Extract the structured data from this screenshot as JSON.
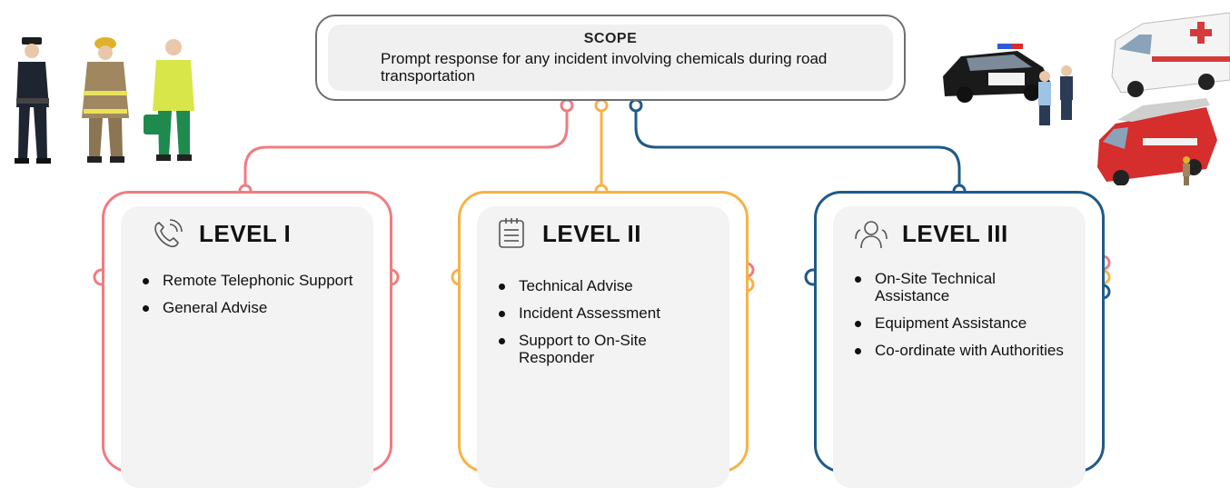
{
  "colors": {
    "level1": "#f07c80",
    "level2": "#f5b347",
    "level3": "#1f5a8a",
    "scope_border": "#6f6f6f"
  },
  "scope": {
    "title": "SCOPE",
    "text": "Prompt response for any incident involving chemicals during road transportation"
  },
  "levels": [
    {
      "title": "LEVEL I",
      "icon": "phone-icon",
      "items": [
        "Remote Telephonic Support",
        "General Advise"
      ]
    },
    {
      "title": "LEVEL II",
      "icon": "notepad-icon",
      "items": [
        "Technical Advise",
        "Incident Assessment",
        "Support to On-Site Responder"
      ]
    },
    {
      "title": "LEVEL III",
      "icon": "team-icon",
      "items": [
        "On-Site Technical Assistance",
        "Equipment Assistance",
        "Co-ordinate with Authorities"
      ]
    }
  ],
  "illustrations": {
    "left": [
      "police-officer-figure",
      "firefighter-figure",
      "paramedic-figure"
    ],
    "right": [
      "police-car-figure",
      "ambulance-figure",
      "fire-truck-figure"
    ]
  }
}
